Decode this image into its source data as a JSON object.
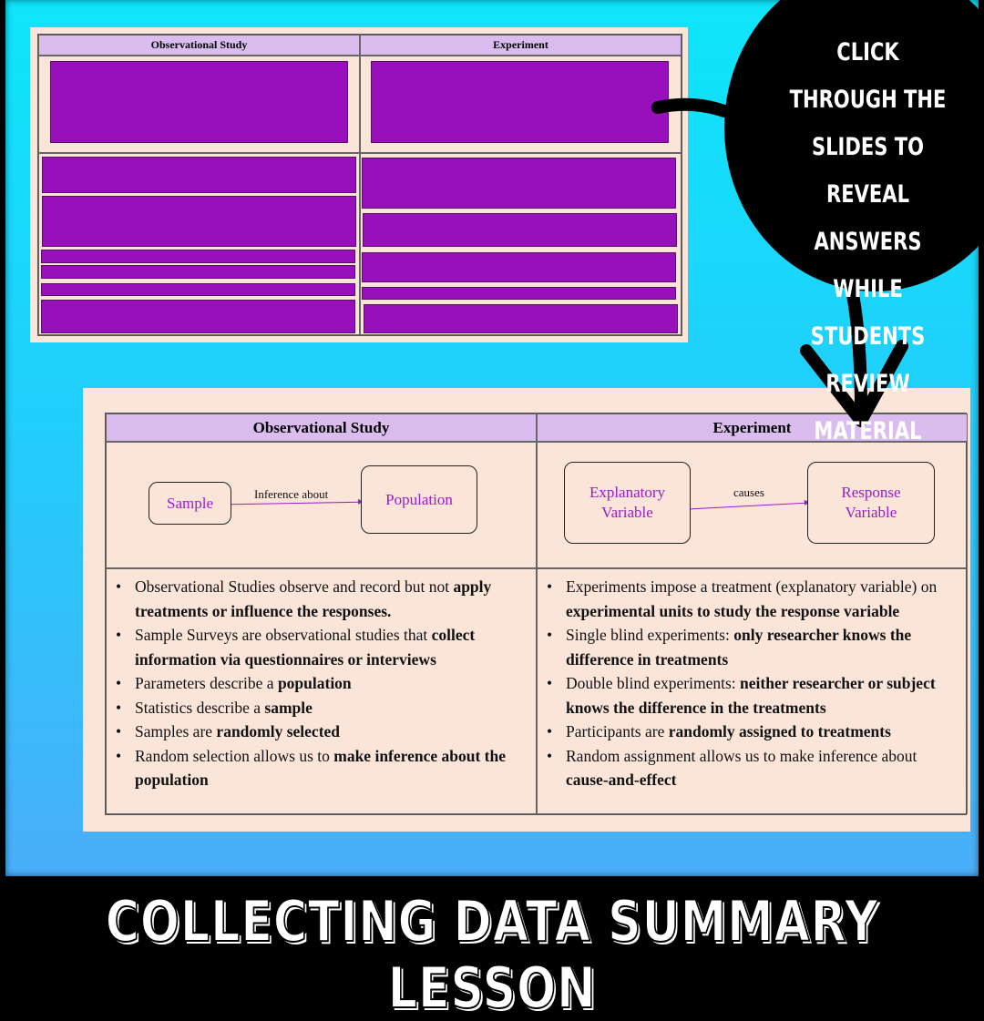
{
  "callout": {
    "lines": [
      "CLICK THROUGH THE",
      "SLIDES TO REVEAL",
      "ANSWERS WHILE",
      "STUDENTS REVIEW",
      "MATERIAL"
    ]
  },
  "table": {
    "col1": "Observational Study",
    "col2": "Experiment"
  },
  "obs_diagram": {
    "from": "Sample",
    "edge": "Inference about",
    "to": "Population"
  },
  "exp_diagram": {
    "from_line1": "Explanatory",
    "from_line2": "Variable",
    "edge": "causes",
    "to_line1": "Response",
    "to_line2": "Variable"
  },
  "obs_bullets": [
    {
      "plain": "Observational Studies observe and record but not ",
      "bold": "apply treatments or influence the responses."
    },
    {
      "plain": "Sample Surveys are observational studies that ",
      "bold": "collect information via questionnaires or interviews"
    },
    {
      "plain": "Parameters describe a ",
      "bold": "population"
    },
    {
      "plain": "Statistics describe a ",
      "bold": "sample"
    },
    {
      "plain": "Samples are ",
      "bold": "randomly selected"
    },
    {
      "plain": "Random selection allows us to ",
      "bold": "make inference about the population"
    }
  ],
  "exp_bullets": [
    {
      "plain": "Experiments impose a treatment (explanatory variable) on ",
      "bold": "experimental units to study the response variable"
    },
    {
      "plain": "Single blind experiments: ",
      "bold": "only researcher knows the difference in treatments"
    },
    {
      "plain": "Double blind experiments: ",
      "bold": "neither researcher or subject knows the difference in the treatments"
    },
    {
      "plain": "Participants are ",
      "bold": "randomly assigned to treatments"
    },
    {
      "plain": "Random assignment allows us to make inference about ",
      "bold": "cause-and-effect"
    }
  ],
  "banner": {
    "title": "COLLECTING DATA SUMMARY LESSON"
  }
}
